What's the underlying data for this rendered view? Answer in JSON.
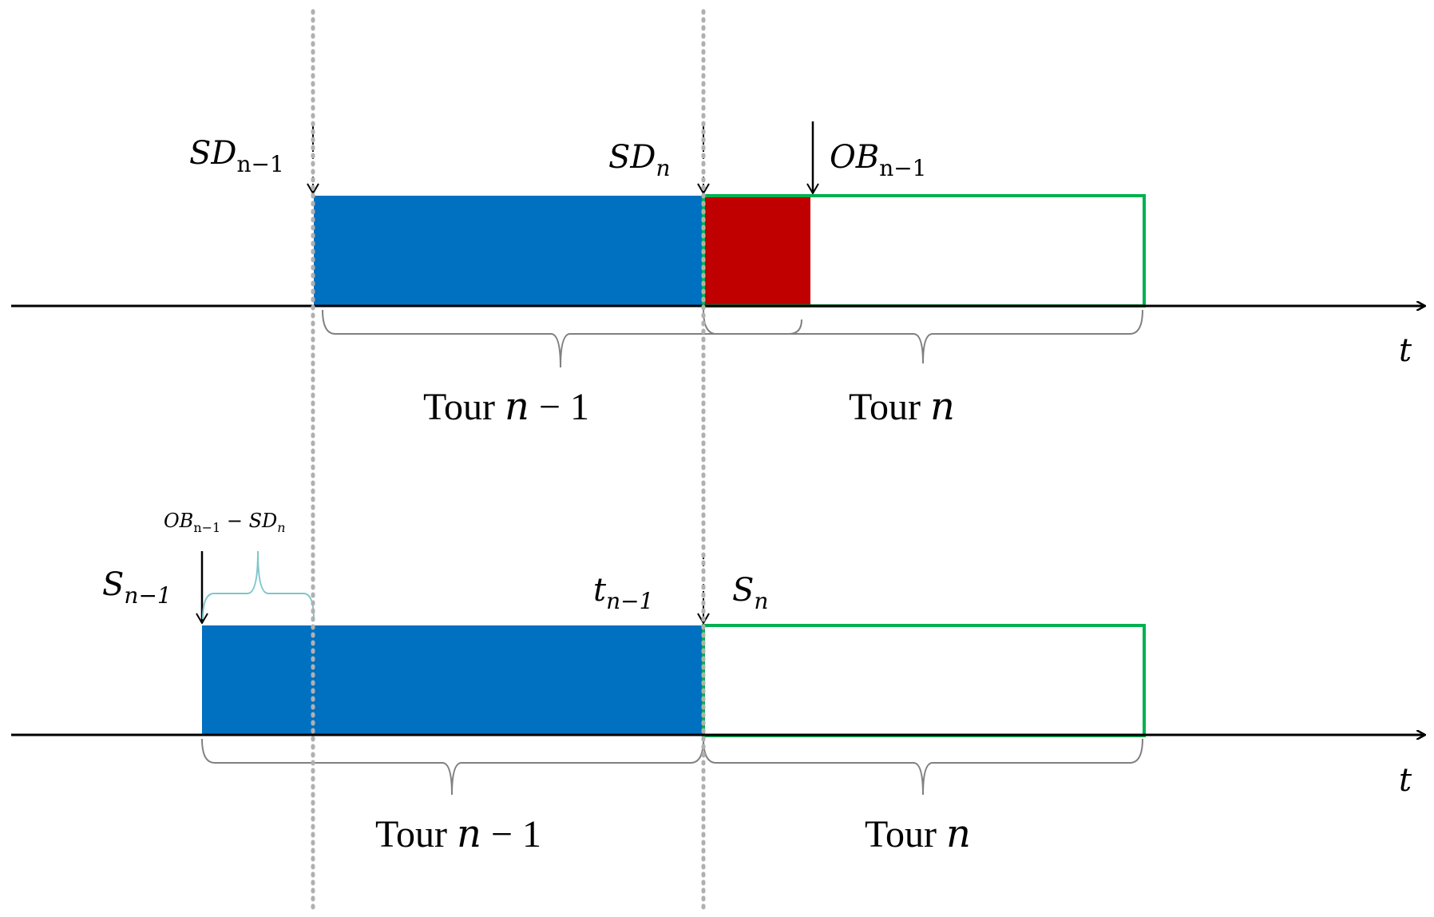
{
  "colors": {
    "tour_prev_fill": "#0070c0",
    "overlap_fill": "#c00000",
    "tour_n_outline": "#00b050",
    "axis": "#000000",
    "brace": "#808080",
    "small_brace": "#7fc6cc",
    "guide": "#b0b0b0"
  },
  "top_panel": {
    "marker_sd_prev": "SD",
    "marker_sd_prev_sub": "n−1",
    "marker_sd_n": "SD",
    "marker_sd_n_sub": "n",
    "marker_ob_prev": "OB",
    "marker_ob_prev_sub": "n−1",
    "axis_label": "t",
    "tour_prev_prefix": "Tour ",
    "tour_prev_var": "n",
    "tour_prev_suffix": " − 1",
    "tour_n_prefix": "Tour ",
    "tour_n_var": "n"
  },
  "bottom_panel": {
    "brace_label_ob": "OB",
    "brace_label_ob_sub": "n−1",
    "brace_label_minus": " − ",
    "brace_label_sd": "SD",
    "brace_label_sd_sub": "n",
    "marker_s_prev": "S",
    "marker_s_prev_sub": "n−1",
    "marker_t_prev": "t",
    "marker_t_prev_sub": "n−1",
    "marker_s_n": "S",
    "marker_s_n_sub": "n",
    "axis_label": "t",
    "tour_prev_prefix": "Tour ",
    "tour_prev_var": "n",
    "tour_prev_suffix": " − 1",
    "tour_n_prefix": "Tour ",
    "tour_n_var": "n"
  }
}
